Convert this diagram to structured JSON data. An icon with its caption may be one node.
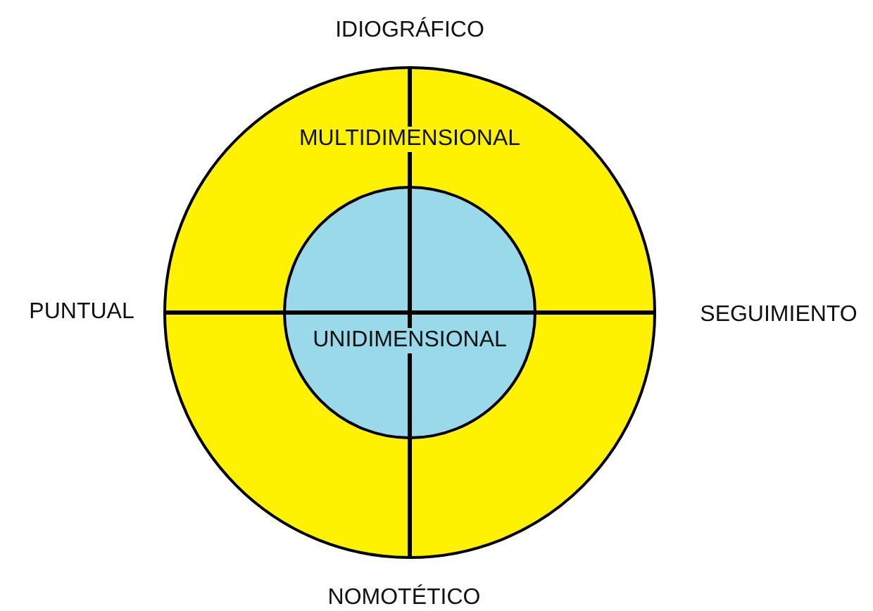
{
  "diagram": {
    "nodes": [
      {
        "text": [
          "MULTIDIMENSIONAL"
        ]
      },
      {
        "text": [
          "UNIDIMENSIONAL"
        ],
        "in": 0
      }
    ],
    "labels": [
      "IDIOGRÁFICO",
      "PUNTUAL",
      "SEGUIMIENTO",
      "NOMOTÉTICO"
    ]
  }
}
